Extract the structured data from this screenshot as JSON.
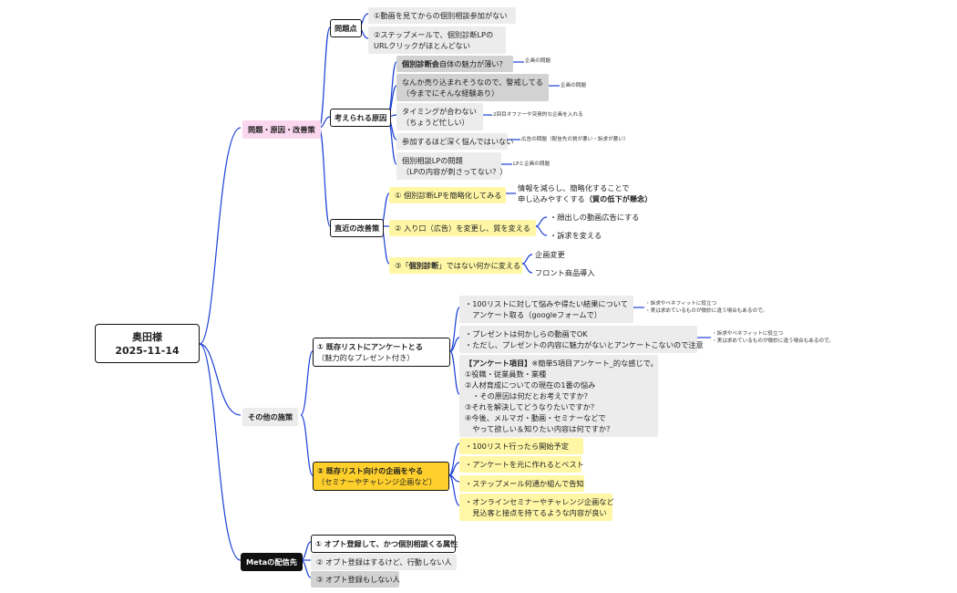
{
  "root": {
    "name": "奥田様",
    "date": "2025-11-14"
  },
  "branches": {
    "problem": {
      "label": "問題・原因・改善策",
      "issues": {
        "label": "問題点",
        "items": [
          "①動画を見てからの個別相談参加がない",
          "②ステップメールで、個別診断LPの\nURLクリックがほとんどない"
        ]
      },
      "causes": {
        "label": "考えられる原因",
        "c1_bold": "個別診断会",
        "c1_rest": "自体の魅力が薄い？",
        "c1_note": "企画の問題",
        "c2": "なんか売り込まれそうなので、警戒してる\n（今までにそんな経験あり）",
        "c2_note": "企画の問題",
        "c3": "タイミングが合わない\n（ちょうど忙しい）",
        "c3_note": "2回目オファーや突発的な企画を入れる",
        "c4": "参加するほど深く悩んではいない",
        "c4_note": "広告の問題（配信先の質が悪い・訴求が悪い）",
        "c5": "個別相談LPの問題\n（LPの内容が刺さってない？）",
        "c5_note": "LPと企画の問題"
      },
      "fixes": {
        "label": "直近の改善策",
        "f1": "① 個別診断LPを簡略化してみる",
        "f1_note": "情報を減らし、簡略化することで\n申し込みやすくする",
        "f1_note_bold": "（質の低下が懸念）",
        "f2": "② 入り口（広告）を変更し、質を変える",
        "f2_a": "・顔出しの動画広告にする",
        "f2_b": "・訴求を変える",
        "f3_pre": "③「",
        "f3_bold": "個別診断",
        "f3_post": "」ではない何かに変える",
        "f3_a": "企画変更",
        "f3_b": "フロント商品導入"
      }
    },
    "other": {
      "label": "その他の施策",
      "survey": {
        "title": "① 既存リストにアンケートとる",
        "sub": "（魅力的なプレゼント付き）",
        "s1": "・100リストに対して悩みや得たい結果について\n　アンケート取る（googleフォームで）",
        "s1_note": "・訴求やベネフィットに役立つ\n・実は求めているものが微妙に違う場合もあるので。",
        "s2": "・プレゼントは何かしらの動画でOK\n・ただし、プレゼントの内容に魅力がないとアンケートこないので注意",
        "s2_note": "・訴求やベネフィットに役立つ\n・実は求めているものが微妙に違う場合もあるので。",
        "s3_bold": "【アンケート項目】",
        "s3_head_rest": "※簡単5項目アンケート_的な感じで。",
        "s3_body": "①役職・従業員数・業種\n②人材育成についての現在の1番の悩み\n　・その原因は何だとお考えですか？\n③それを解決してどうなりたいですか？\n④今後、メルマガ・動画・セミナーなどで\n　やって欲しい＆知りたい内容は何ですか？"
      },
      "plan": {
        "title": "② 既存リスト向けの企画をやる",
        "sub": "（セミナーやチャレンジ企画など）",
        "p1": "・100リスト行ったら開始予定",
        "p2": "・アンケートを元に作れるとベスト",
        "p3": "・ステップメール何通か組んで告知",
        "p4": "・オンラインセミナーやチャレンジ企画など\n　見込客と接点を持てるような内容が良い"
      }
    },
    "meta": {
      "label": "Metaの配信先",
      "m1": "① オプト登録して、かつ個別相談くる属性",
      "m2": "② オプト登録はするけど、行動しない人",
      "m3": "③ オプト登録もしない人"
    }
  },
  "colors": {
    "edge": "#1a3fd6",
    "pink": "#fbd7ef",
    "yellow": "#fff7a6",
    "orange": "#ffd02c",
    "gray": "#ececec",
    "dark_gray": "#d2d2d2",
    "black": "#111111"
  }
}
